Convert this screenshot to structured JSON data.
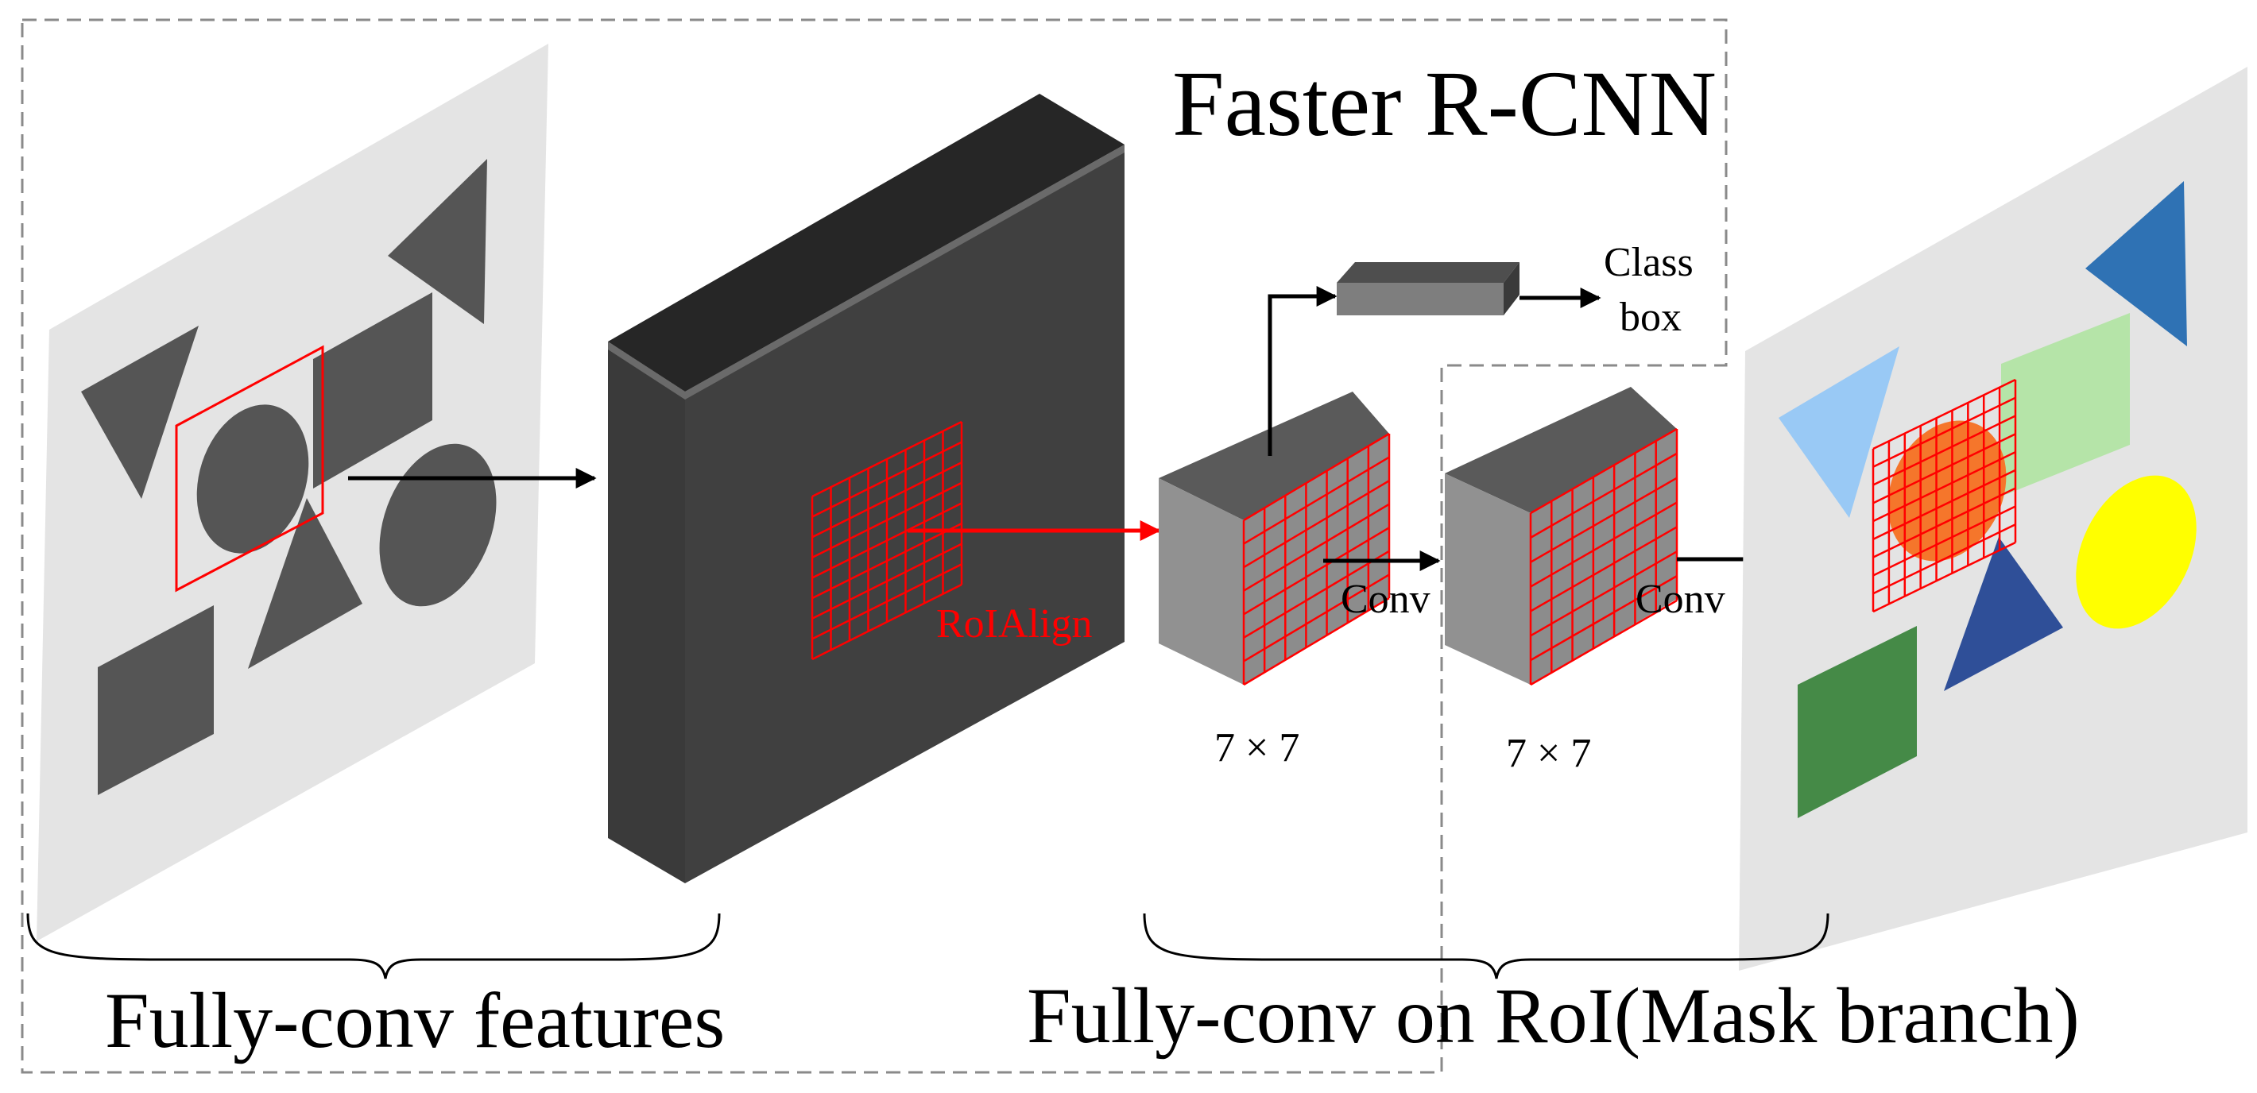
{
  "title": "Faster R-CNN",
  "labels": {
    "class_box_line1": "Class",
    "class_box_line2": "box",
    "roialign": "RoIAlign",
    "conv1": "Conv",
    "conv2": "Conv",
    "size1": "7 × 7",
    "size2": "7 × 7",
    "fully_conv_features": "Fully-conv features",
    "mask_branch": "Fully-conv on RoI(Mask branch)"
  },
  "colors": {
    "panel": "#e4e4e4",
    "shape": "#555555",
    "block_front": "#3e3e3e",
    "block_top": "#262626",
    "grid_red": "#ff0000",
    "cube_front": "#8c8c8c",
    "cube_top": "#5a5a5a",
    "cube_left": "#909090",
    "tri_light_blue": "#99c9f5",
    "rect_light_green": "#b5e4a8",
    "circle_orange": "#f5762b",
    "ellipse_yellow": "#ffff00",
    "tri_blue": "#2f72b4",
    "tri_dark_blue": "#2f4f98",
    "rect_green": "#458a47"
  }
}
